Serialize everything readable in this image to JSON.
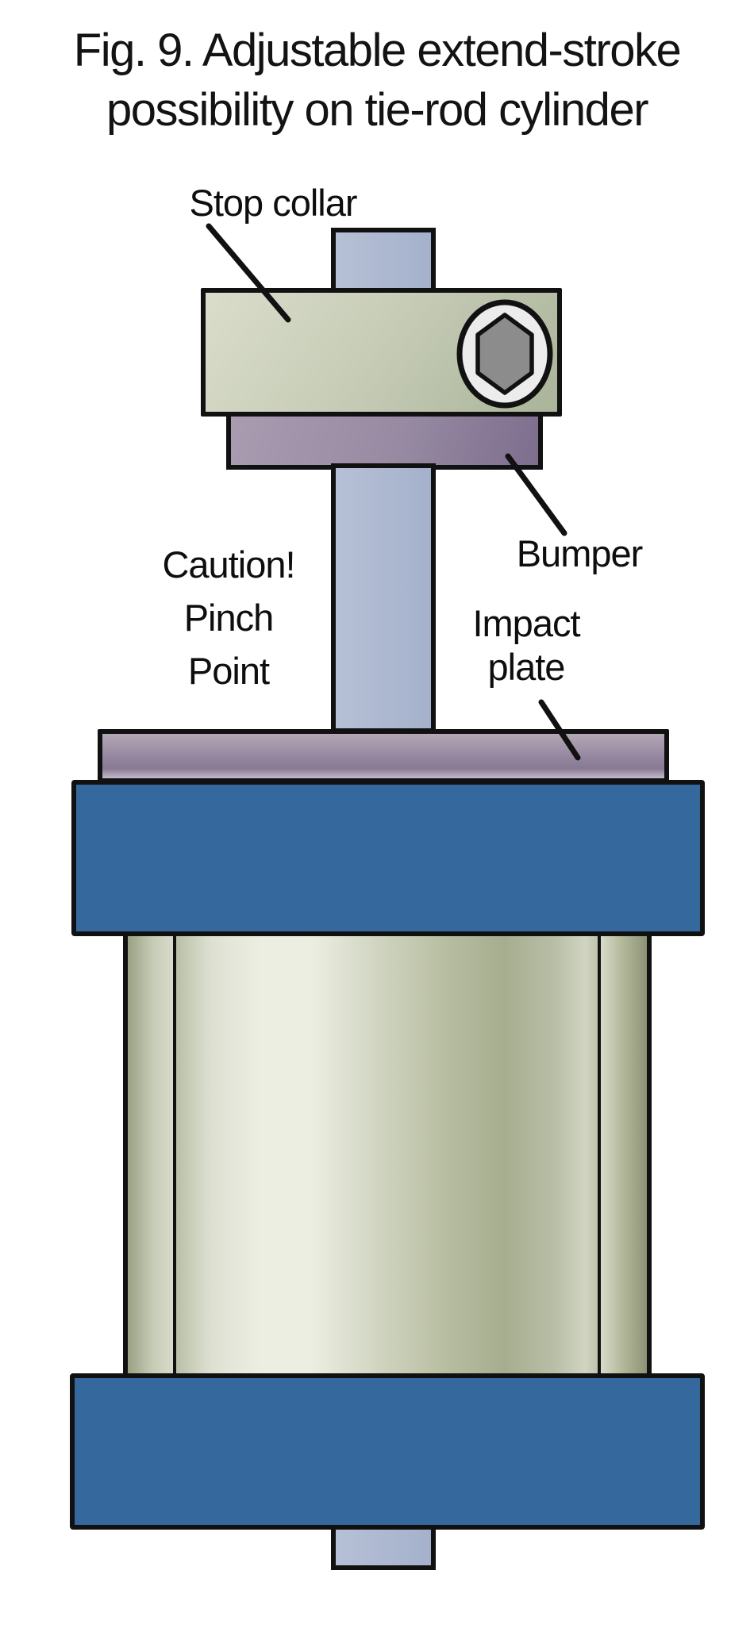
{
  "figure": {
    "title_line1": "Fig. 9. Adjustable extend-stroke",
    "title_line2": "possibility on tie-rod cylinder"
  },
  "labels": {
    "stop_collar": "Stop collar",
    "bumper": "Bumper",
    "impact_plate_line1": "Impact",
    "impact_plate_line2": "plate",
    "caution_line1": "Caution!",
    "caution_line2": "Pinch",
    "caution_line3": "Point"
  },
  "colors": {
    "outline_black": "#111111",
    "cap_blue": "#35689c",
    "rod_blue": "#a5b1cb",
    "rod_blue_light": "#b6c0d6",
    "collar_green_light": "#d9ddca",
    "collar_green_dark": "#aab49a",
    "bumper_purple_light": "#a99cb1",
    "bumper_purple_dark": "#7d6e8e",
    "plate_purple_light": "#b3a7b7",
    "plate_purple_dark": "#887a93",
    "body_green_light": "#eceee2",
    "body_green_dark": "#a6ad8f",
    "bolt_ring": "#ececec",
    "bolt_hex": "#8c8c8c"
  }
}
